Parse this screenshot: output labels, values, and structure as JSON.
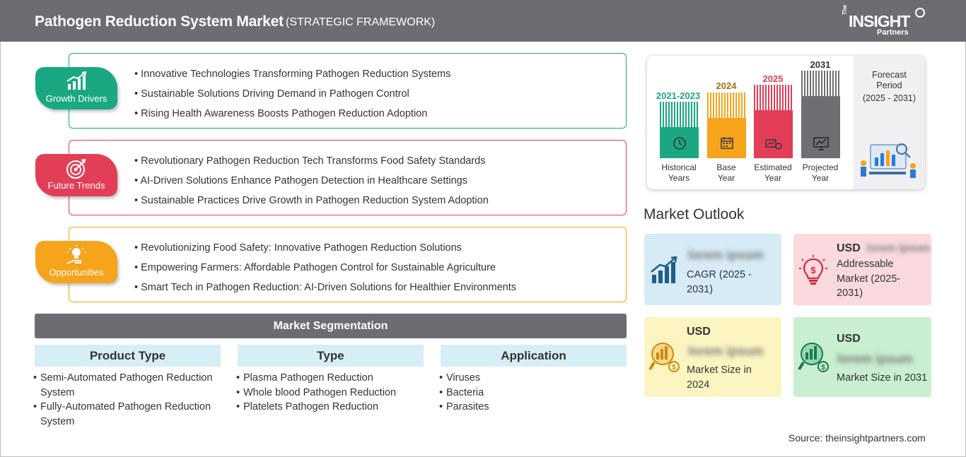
{
  "header": {
    "title": "Pathogen Reduction System Market",
    "subtitle": "(STRATEGIC FRAMEWORK)",
    "logo": {
      "the": "The",
      "main": "INSIGHT",
      "partners": "Partners"
    }
  },
  "framework": [
    {
      "label": "Growth Drivers",
      "color": "#1aa882",
      "icon": "growth-chart-icon",
      "items": [
        "Innovative Technologies Transforming Pathogen Reduction Systems",
        "Sustainable Solutions Driving Demand in Pathogen Control",
        "Rising Health Awareness Boosts Pathogen Reduction Adoption"
      ]
    },
    {
      "label": "Future Trends",
      "color": "#e23e57",
      "icon": "target-icon",
      "items": [
        "Revolutionary Pathogen Reduction Tech Transforms Food Safety Standards",
        "AI-Driven Solutions Enhance Pathogen Detection in Healthcare Settings",
        "Sustainable Practices Drive Growth in Pathogen Reduction System Adoption"
      ]
    },
    {
      "label": "Opportunities",
      "color": "#f5a41c",
      "icon": "lightbulb-hand-icon",
      "items": [
        "Revolutionizing Food Safety: Innovative Pathogen Reduction Solutions",
        "Empowering Farmers: Affordable Pathogen Control for Sustainable Agriculture",
        "Smart Tech in Pathogen Reduction: AI-Driven Solutions for Healthier Environments"
      ]
    }
  ],
  "segmentation": {
    "title": "Market Segmentation",
    "columns": [
      {
        "header": "Product Type",
        "items": [
          "Semi-Automated Pathogen Reduction System",
          "Fully-Automated Pathogen Reduction System"
        ]
      },
      {
        "header": "Type",
        "items": [
          "Plasma Pathogen Reduction",
          "Whole blood Pathogen Reduction",
          "Platelets Pathogen Reduction"
        ]
      },
      {
        "header": "Application",
        "items": [
          "Viruses",
          "Bacteria",
          "Parasites"
        ]
      }
    ]
  },
  "timeline": {
    "bars": [
      {
        "year": "2021-2023",
        "label_line1": "Historical",
        "label_line2": "Years",
        "color": "#1aa882",
        "icon": "history-clock-icon"
      },
      {
        "year": "2024",
        "label_line1": "Base",
        "label_line2": "Year",
        "color": "#f5a41c",
        "icon": "calendar-icon"
      },
      {
        "year": "2025",
        "label_line1": "Estimated",
        "label_line2": "Year",
        "color": "#e23e57",
        "icon": "estimate-chart-icon"
      },
      {
        "year": "2031",
        "label_line1": "Projected",
        "label_line2": "Year",
        "color": "#6f6f73",
        "icon": "presentation-icon"
      }
    ],
    "forecast": {
      "line1": "Forecast",
      "line2": "Period",
      "line3": "(2025 - 2031)"
    }
  },
  "outlook": {
    "title": "Market Outlook",
    "cagr": {
      "value": "lorem ipsum",
      "label": "CAGR (2025 - 2031)",
      "bg": "#d6ebf5"
    },
    "addressable": {
      "currency": "USD",
      "value": "lorem ipsum",
      "label": "Addressable Market (2025-2031)",
      "bg": "#fadadf"
    },
    "size2024": {
      "currency": "USD",
      "value": "lorem ipsum",
      "label": "Market Size in 2024",
      "bg": "#fdf5c1"
    },
    "size2031": {
      "currency": "USD",
      "value": "lorem ipsum",
      "label": "Market Size in 2031",
      "bg": "#c9efd0"
    }
  },
  "source": "Source: theinsightpartners.com"
}
